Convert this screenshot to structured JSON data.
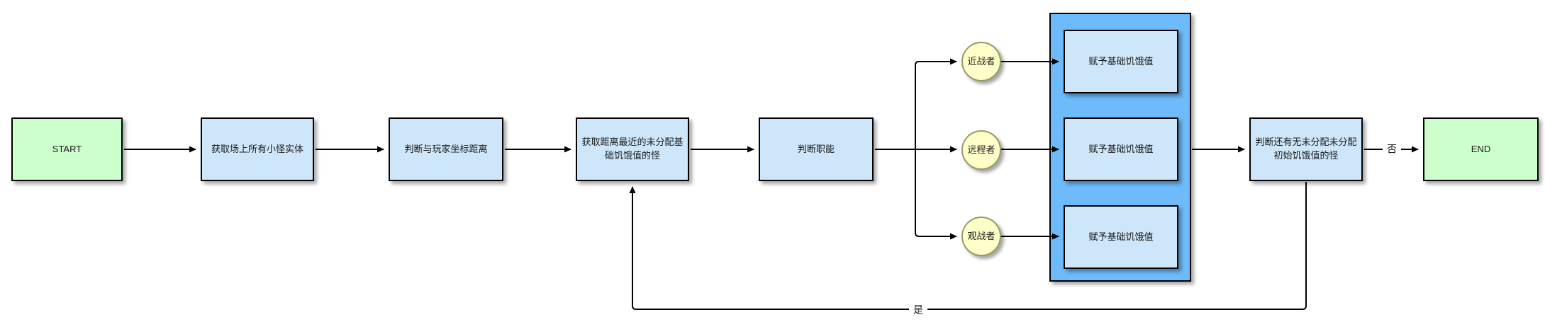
{
  "colors": {
    "canvas-bg": "#ffffff",
    "terminal-fill": "#ccffcc",
    "process-fill": "#cde6f9",
    "container-fill": "#6dbbfb",
    "circle-fill": "#ffffc9",
    "circle-border": "#999966",
    "shape-border": "#000000",
    "line-color": "#000000",
    "text-color": "#1a1a1a"
  },
  "nodes": {
    "start": "START",
    "get_monsters": "获取场上所有小怪实体",
    "judge_distance": "判断与玩家坐标距离",
    "get_nearest": "获取距离最近的未分配基础饥饿值的怪",
    "judge_role": "判断职能",
    "melee": "近战者",
    "ranged": "远程者",
    "spectator": "观战者",
    "assign_melee": "赋予基础饥饿值",
    "assign_ranged": "赋予基础饥饿值",
    "assign_spectator": "赋予基础饥饿值",
    "judge_remaining": "判断还有无未分配未分配初始饥饿值的怪",
    "end": "END"
  },
  "edge_labels": {
    "no": "否",
    "yes": "是"
  }
}
